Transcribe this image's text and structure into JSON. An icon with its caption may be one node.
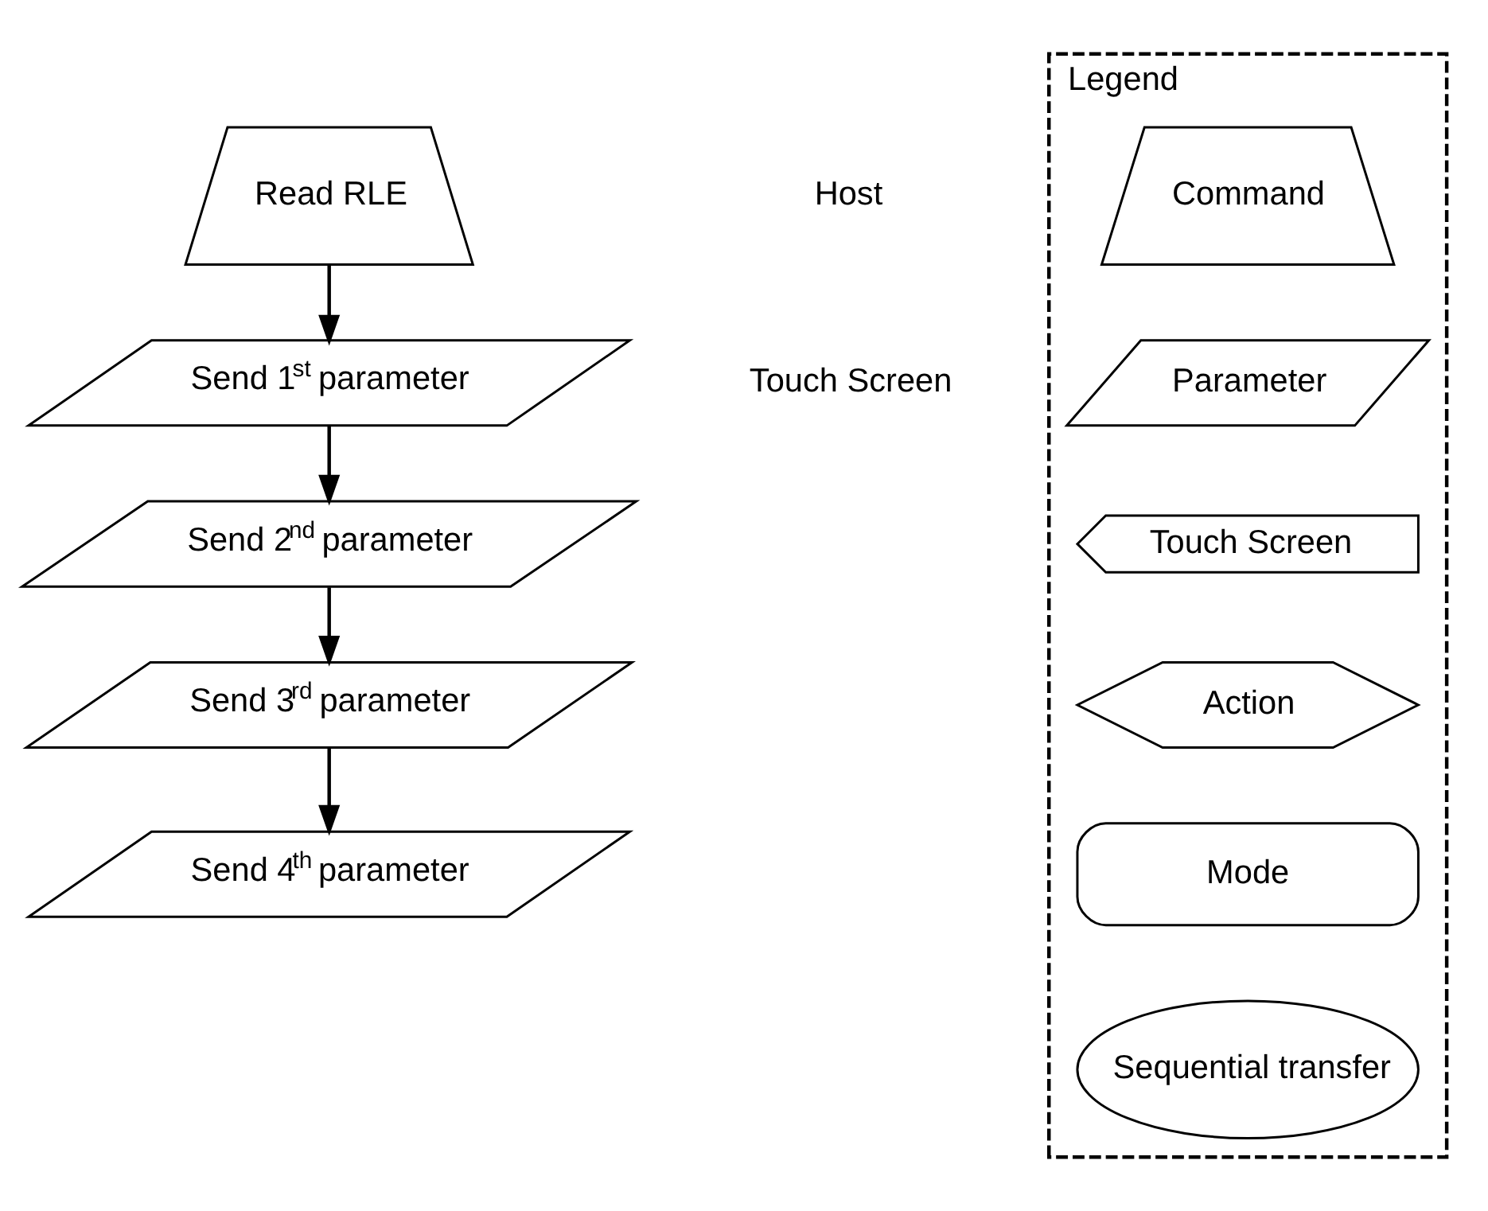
{
  "diagram": {
    "nodes": [
      {
        "text": [
          "Read RLE"
        ]
      },
      {
        "text": [
          "Send 1$^{st}$ parameter"
        ]
      },
      {
        "text": [
          "Send 2$^{nd}$ parameter"
        ]
      },
      {
        "text": [
          "Send 3$^{rd}$ parameter"
        ]
      },
      {
        "text": [
          "Send 4$^{th}$ parameter"
        ]
      },
      {
        "text": [
          "Legend"
        ]
      },
      {
        "text": [
          "Command"
        ],
        "in": 5
      },
      {
        "text": [
          "Parameter"
        ],
        "in": 5
      },
      {
        "text": [
          "Touch Screen"
        ],
        "in": 5
      },
      {
        "text": [
          "Action"
        ],
        "in": 5
      },
      {
        "text": [
          "Mode"
        ],
        "in": 5
      },
      {
        "text": [
          "Sequential transfer"
        ],
        "in": 5
      }
    ],
    "edges": [
      {
        "from": 0,
        "to": 1,
        "arrow": "to"
      },
      {
        "from": 1,
        "to": 2,
        "arrow": "to"
      },
      {
        "from": 2,
        "to": 3,
        "arrow": "to"
      },
      {
        "from": 3,
        "to": 4,
        "arrow": "to"
      }
    ],
    "labels": [
      "Host",
      "Touch Screen"
    ]
  }
}
